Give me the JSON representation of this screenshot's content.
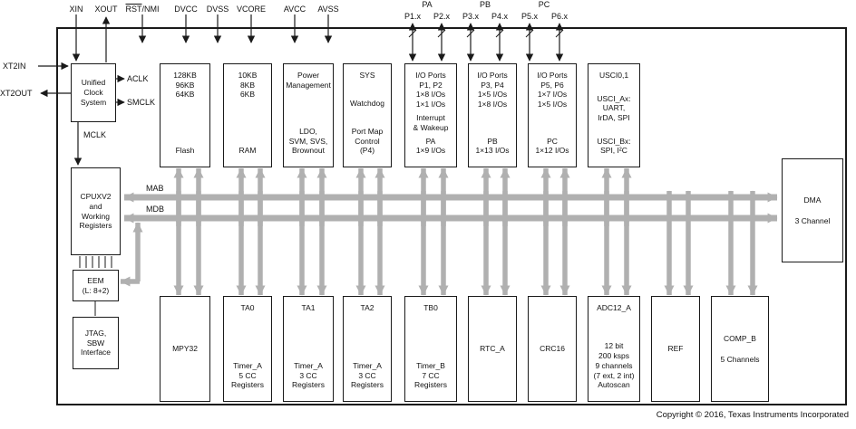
{
  "colors": {
    "bus_gray": "#b0b0b0",
    "line_black": "#1a1a1a"
  },
  "pins_top": {
    "xin": "XIN",
    "xout": "XOUT",
    "rst_bar": "RST",
    "rst_rest": "/NMI",
    "dvcc": "DVCC",
    "dvss": "DVSS",
    "vcore": "VCORE",
    "avcc": "AVCC",
    "avss": "AVSS",
    "pa": "PA",
    "pb": "PB",
    "pc": "PC",
    "p1": "P1.x",
    "p2": "P2.x",
    "p3": "P3.x",
    "p4": "P4.x",
    "p5": "P5.x",
    "p6": "P6.x"
  },
  "pins_left": {
    "xt2in": "XT2IN",
    "xt2out": "XT2OUT"
  },
  "clock_signals": {
    "aclk": "ACLK",
    "smclk": "SMCLK",
    "mclk": "MCLK"
  },
  "bus_labels": {
    "mab": "MAB",
    "mdb": "MDB"
  },
  "left_blocks": {
    "clock": {
      "lines": [
        "Unified",
        "Clock",
        "System"
      ]
    },
    "cpu": {
      "lines": [
        "CPUXV2",
        "and",
        "Working",
        "Registers"
      ]
    },
    "eem": {
      "lines": [
        "EEM",
        "(L: 8+2)"
      ]
    },
    "jtag": {
      "lines": [
        "JTAG,",
        "SBW",
        "Interface"
      ]
    }
  },
  "dma": {
    "groups": [
      [
        "DMA"
      ],
      [
        "3 Channel"
      ]
    ]
  },
  "top_blocks": [
    {
      "name": "flash",
      "groups": [
        [
          "128KB",
          "96KB",
          "64KB"
        ],
        [
          "Flash"
        ]
      ]
    },
    {
      "name": "ram",
      "groups": [
        [
          "10KB",
          "8KB",
          "6KB"
        ],
        [
          "RAM"
        ]
      ]
    },
    {
      "name": "power-management",
      "groups": [
        [
          "Power",
          "Management"
        ],
        [
          "LDO,",
          "SVM, SVS,",
          "Brownout"
        ]
      ]
    },
    {
      "name": "sys",
      "groups": [
        [
          "SYS"
        ],
        [
          "Watchdog"
        ],
        [
          "Port Map",
          "Control",
          "(P4)"
        ]
      ]
    },
    {
      "name": "io-ports-p1-p2",
      "groups": [
        [
          "I/O Ports",
          "P1, P2",
          "1×8 I/Os",
          "1×1 I/Os"
        ],
        [
          "Interrupt",
          "& Wakeup"
        ],
        [
          "PA",
          "1×9 I/Os"
        ]
      ]
    },
    {
      "name": "io-ports-p3-p4",
      "groups": [
        [
          "I/O Ports",
          "P3, P4",
          "1×5 I/Os",
          "1×8 I/Os"
        ],
        [
          "PB",
          "1×13 I/Os"
        ]
      ]
    },
    {
      "name": "io-ports-p5-p6",
      "groups": [
        [
          "I/O Ports",
          "P5, P6",
          "1×7 I/Os",
          "1×5 I/Os"
        ],
        [
          "PC",
          "1×12 I/Os"
        ]
      ]
    },
    {
      "name": "usci",
      "groups": [
        [
          "USCI0,1"
        ],
        [
          "USCI_Ax:",
          "UART,",
          "IrDA, SPI"
        ],
        [
          "USCI_Bx:",
          "SPI, I²C"
        ]
      ]
    }
  ],
  "bottom_blocks": [
    {
      "name": "mpy32",
      "groups": [
        [
          "MPY32"
        ]
      ]
    },
    {
      "name": "ta0",
      "groups": [
        [
          "TA0"
        ],
        [
          "Timer_A",
          "5 CC",
          "Registers"
        ]
      ]
    },
    {
      "name": "ta1",
      "groups": [
        [
          "TA1"
        ],
        [
          "Timer_A",
          "3 CC",
          "Registers"
        ]
      ]
    },
    {
      "name": "ta2",
      "groups": [
        [
          "TA2"
        ],
        [
          "Timer_A",
          "3 CC",
          "Registers"
        ]
      ]
    },
    {
      "name": "tb0",
      "groups": [
        [
          "TB0"
        ],
        [
          "Timer_B",
          "7 CC",
          "Registers"
        ]
      ]
    },
    {
      "name": "rtc-a",
      "groups": [
        [
          "RTC_A"
        ]
      ]
    },
    {
      "name": "crc16",
      "groups": [
        [
          "CRC16"
        ]
      ]
    },
    {
      "name": "adc12-a",
      "groups": [
        [
          "ADC12_A"
        ],
        [
          "12 bit",
          "200 ksps",
          "9 channels",
          "(7 ext, 2 int)",
          "Autoscan"
        ]
      ]
    },
    {
      "name": "ref",
      "groups": [
        [
          "REF"
        ]
      ]
    },
    {
      "name": "comp-b",
      "groups": [
        [
          "COMP_B"
        ],
        [
          "5 Channels"
        ]
      ]
    }
  ],
  "footer": {
    "copyright": "Copyright © 2016, Texas Instruments Incorporated"
  }
}
